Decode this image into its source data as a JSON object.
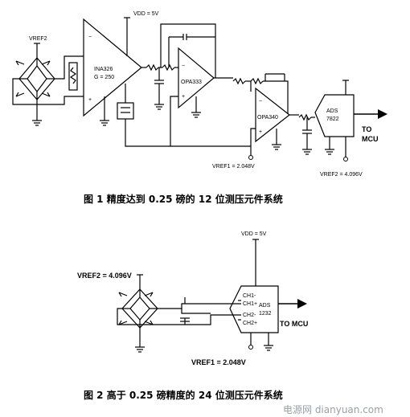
{
  "figure1": {
    "vref2_left": "VREF2",
    "ina_name": "INA326",
    "ina_gain": "G = 250",
    "vdd": "VDD = 5V",
    "opa_a": "OPA333",
    "opa_b": "OPA340",
    "adc_name": "ADS",
    "adc_model": "7822",
    "to_mcu_1": "TO",
    "to_mcu_2": "MCU",
    "vref1": "VREF1 = 2.048V",
    "vref2": "VREF2 = 4.096V",
    "caption": "图 1 精度达到 0.25 磅的 12 位测压元件系统"
  },
  "figure2": {
    "vdd": "VDD = 5V",
    "vref2": "VREF2 = 4.096V",
    "ch1m": "CH1-",
    "ch1p": "CH1+",
    "ch2m": "CH2-",
    "ch2p": "CH2+",
    "adc_name": "ADS",
    "adc_model": "1232",
    "to_mcu": "TO MCU",
    "vref1": "VREF1 = 2.048V",
    "caption": "图 2 高于 0.25 磅精度的 24 位测压元件系统"
  },
  "watermark": "电源网 dianyuan.com"
}
